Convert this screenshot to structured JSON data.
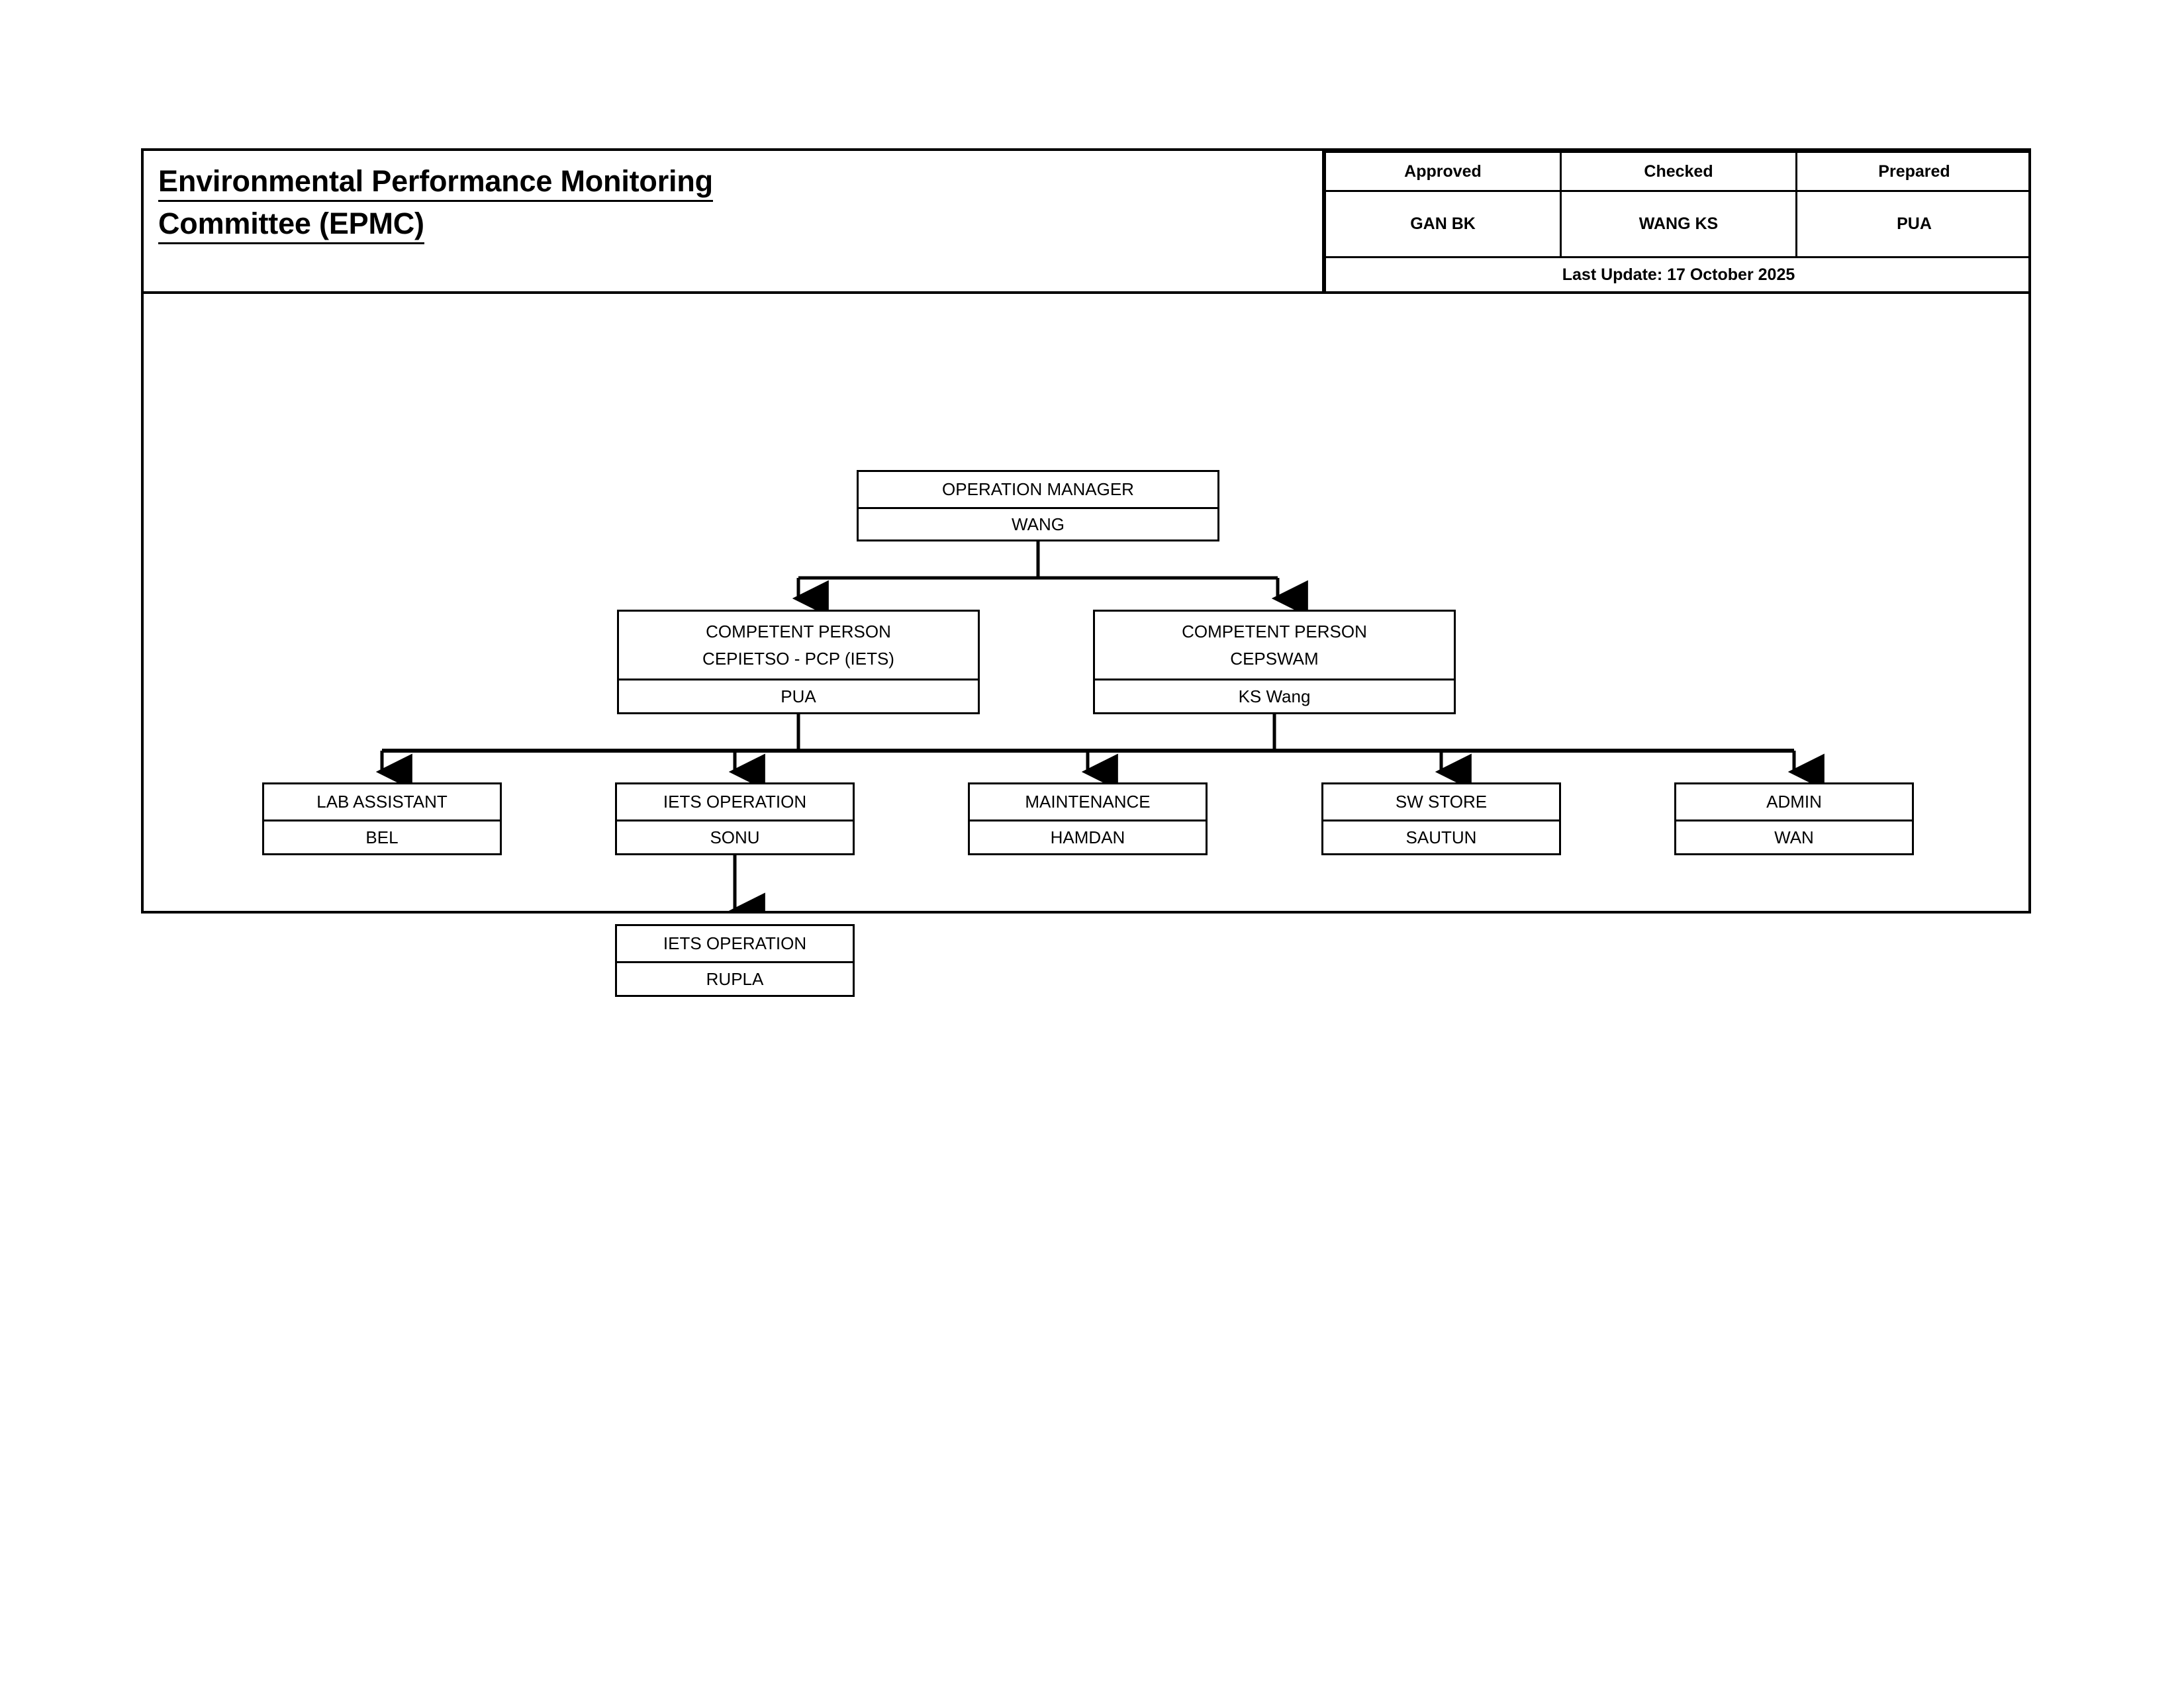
{
  "document": {
    "title_lines": [
      "Environmental Performance Monitoring",
      "Committee (EPMC)"
    ],
    "title_full": "Environmental Performance Monitoring Committee (EPMC)"
  },
  "approval": {
    "headers": [
      "Approved",
      "Checked",
      "Prepared"
    ],
    "names": [
      "GAN BK",
      "WANG KS",
      "PUA"
    ],
    "last_update": "Last Update: 17 October 2025"
  },
  "chart_data": {
    "type": "diagram",
    "subtype": "org-chart",
    "title": "Environmental Performance Monitoring Committee (EPMC)",
    "nodes": [
      {
        "id": "operation-manager",
        "role": "OPERATION MANAGER",
        "role_line2": "",
        "person": "WANG",
        "level": 1,
        "parent": null
      },
      {
        "id": "cp-iets",
        "role": "COMPETENT PERSON",
        "role_line2": "CEPIETSO - PCP (IETS)",
        "person": "PUA",
        "level": 2,
        "parent": "operation-manager"
      },
      {
        "id": "cp-swam",
        "role": "COMPETENT PERSON",
        "role_line2": "CEPSWAM",
        "person": "KS Wang",
        "level": 2,
        "parent": "operation-manager"
      },
      {
        "id": "lab-assistant",
        "role": "LAB ASSISTANT",
        "role_line2": "",
        "person": "BEL",
        "level": 3,
        "parent": "cp-iets"
      },
      {
        "id": "iets-sonu",
        "role": "IETS OPERATION",
        "role_line2": "",
        "person": "SONU",
        "level": 3,
        "parent": "cp-iets"
      },
      {
        "id": "maintenance",
        "role": "MAINTENANCE",
        "role_line2": "",
        "person": "HAMDAN",
        "level": 3,
        "parent": "cp-swam"
      },
      {
        "id": "sw-store",
        "role": "SW STORE",
        "role_line2": "",
        "person": "SAUTUN",
        "level": 3,
        "parent": "cp-swam"
      },
      {
        "id": "admin",
        "role": "ADMIN",
        "role_line2": "",
        "person": "WAN",
        "level": 3,
        "parent": "cp-swam"
      },
      {
        "id": "iets-rupla",
        "role": "IETS OPERATION",
        "role_line2": "",
        "person": "RUPLA",
        "level": 4,
        "parent": "iets-sonu"
      }
    ],
    "edges": [
      {
        "from": "operation-manager",
        "to": "cp-iets"
      },
      {
        "from": "operation-manager",
        "to": "cp-swam"
      },
      {
        "from": "cp-iets",
        "to": "lab-assistant"
      },
      {
        "from": "cp-iets",
        "to": "iets-sonu"
      },
      {
        "from": "cp-swam",
        "to": "maintenance"
      },
      {
        "from": "cp-swam",
        "to": "sw-store"
      },
      {
        "from": "cp-swam",
        "to": "admin"
      },
      {
        "from": "iets-sonu",
        "to": "iets-rupla"
      }
    ],
    "line_color": "#000000",
    "box_fill": "#ffffff",
    "box_border": "#000000"
  }
}
